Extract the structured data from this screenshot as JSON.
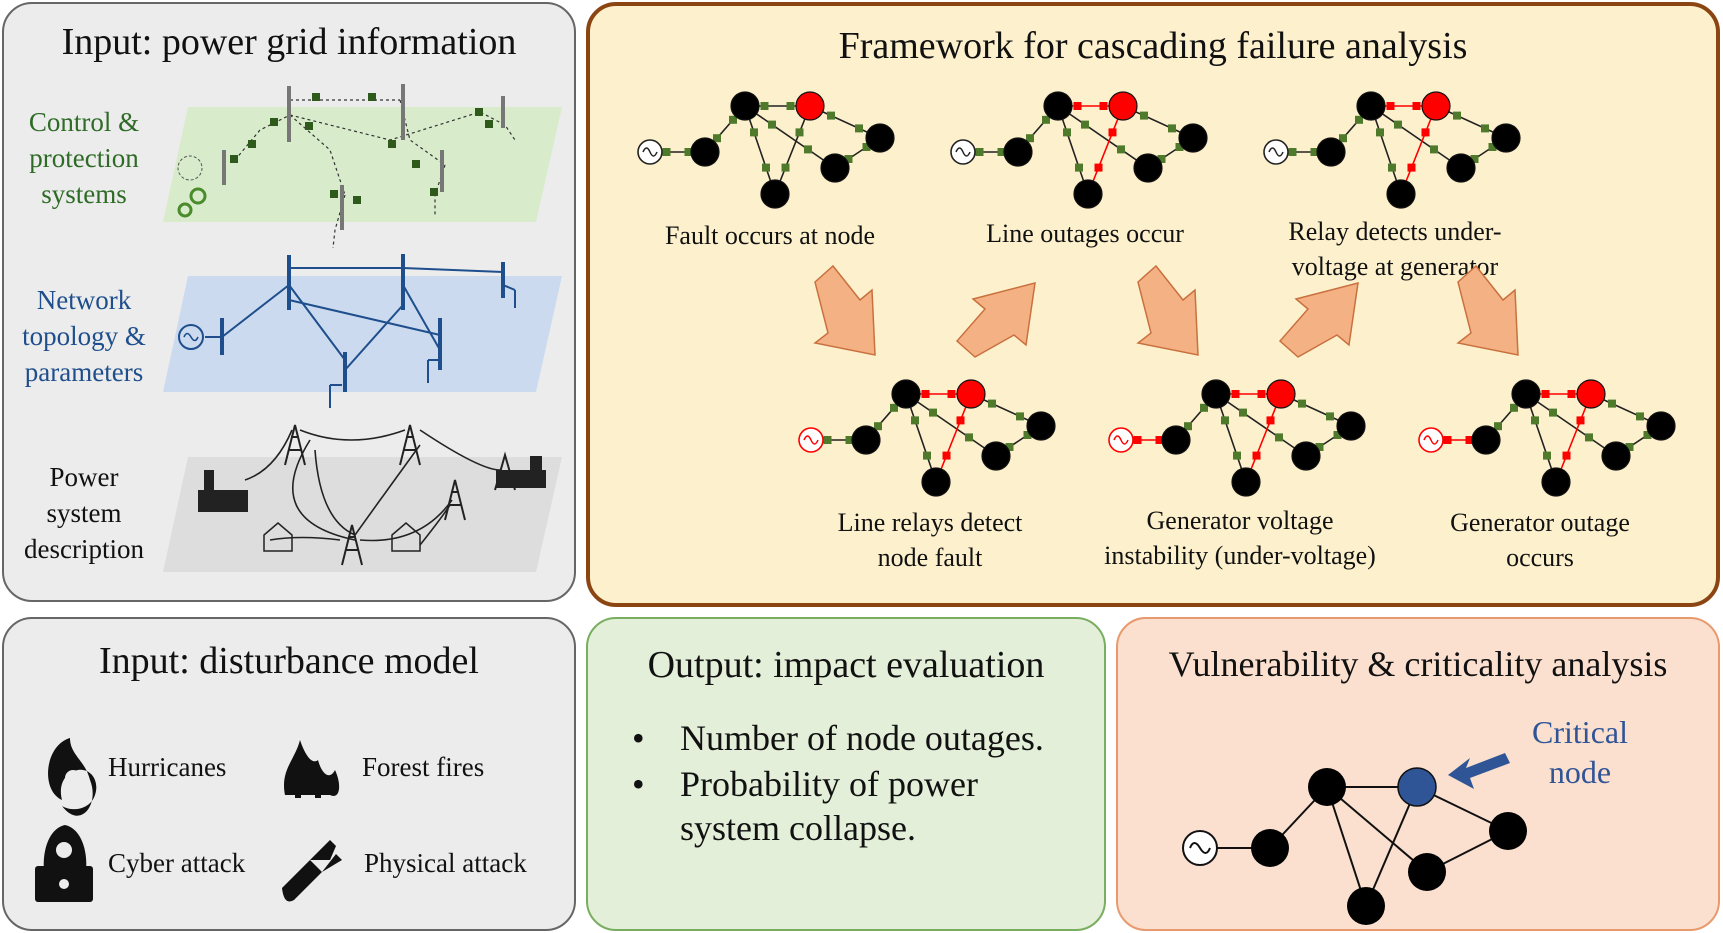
{
  "input_grid": {
    "title": "Input: power grid information",
    "layers": [
      {
        "label_lines": [
          "Control &",
          "protection",
          "systems"
        ],
        "color": "#2e6b26"
      },
      {
        "label_lines": [
          "Network",
          "topology &",
          "parameters"
        ],
        "color": "#1e4e8c"
      },
      {
        "label_lines": [
          "Power",
          "system",
          "description"
        ],
        "color": "#111111"
      }
    ]
  },
  "framework": {
    "title": "Framework for cascading failure analysis",
    "steps": [
      {
        "label_lines": [
          "Fault occurs at node"
        ]
      },
      {
        "label_lines": [
          "Line relays detect",
          "node fault"
        ]
      },
      {
        "label_lines": [
          "Line outages occur"
        ]
      },
      {
        "label_lines": [
          "Generator voltage",
          "instability (under-voltage)"
        ]
      },
      {
        "label_lines": [
          "Relay detects under-",
          "voltage at generator"
        ]
      },
      {
        "label_lines": [
          "Generator outage",
          "occurs"
        ]
      }
    ]
  },
  "disturbance": {
    "title": "Input: disturbance model",
    "items": [
      {
        "label": "Hurricanes",
        "icon": "hurricane-icon"
      },
      {
        "label": "Forest fires",
        "icon": "fire-icon"
      },
      {
        "label": "Cyber attack",
        "icon": "hacker-icon"
      },
      {
        "label": "Physical attack",
        "icon": "bomb-icon"
      }
    ]
  },
  "output": {
    "title": "Output: impact evaluation",
    "bullets": [
      {
        "lines": [
          "Number of node outages."
        ]
      },
      {
        "lines": [
          "Probability of power",
          "system collapse."
        ]
      }
    ]
  },
  "vulnerability": {
    "title": "Vulnerability & criticality analysis",
    "critical_label_lines": [
      "Critical",
      "node"
    ]
  },
  "colors": {
    "fault_red": "#ff0000",
    "relay_green": "#4f7a2b",
    "arrow_orange": "#f4b183",
    "arrow_edge": "#c9703f",
    "critical_blue": "#2f5597",
    "frame_border": "#8b4513"
  }
}
